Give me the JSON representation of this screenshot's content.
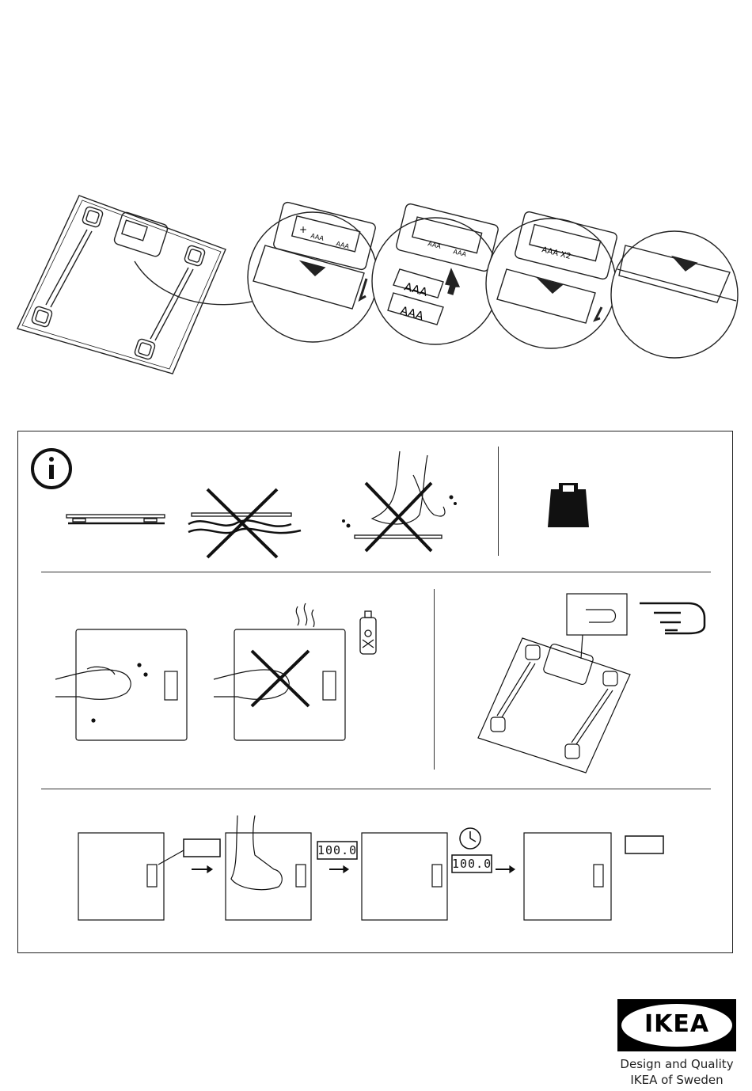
{
  "battery": {
    "callout1_label_a": "AAA",
    "callout1_label_b": "AAA",
    "loose_battery_1": "AAA",
    "loose_battery_2": "AAA",
    "callout2_label_a": "AAA",
    "callout2_label_b": "AAA",
    "callout3_label": "AAA X2",
    "plus": "+",
    "minus": "—"
  },
  "usage": {
    "display_reading_1": "100.0",
    "display_reading_2": "100.0"
  },
  "footer": {
    "logo_text": "IKEA",
    "line1": "Design and Quality",
    "line2": "IKEA of Sweden"
  },
  "colors": {
    "ink": "#111111",
    "logo_blue": "#000000"
  }
}
